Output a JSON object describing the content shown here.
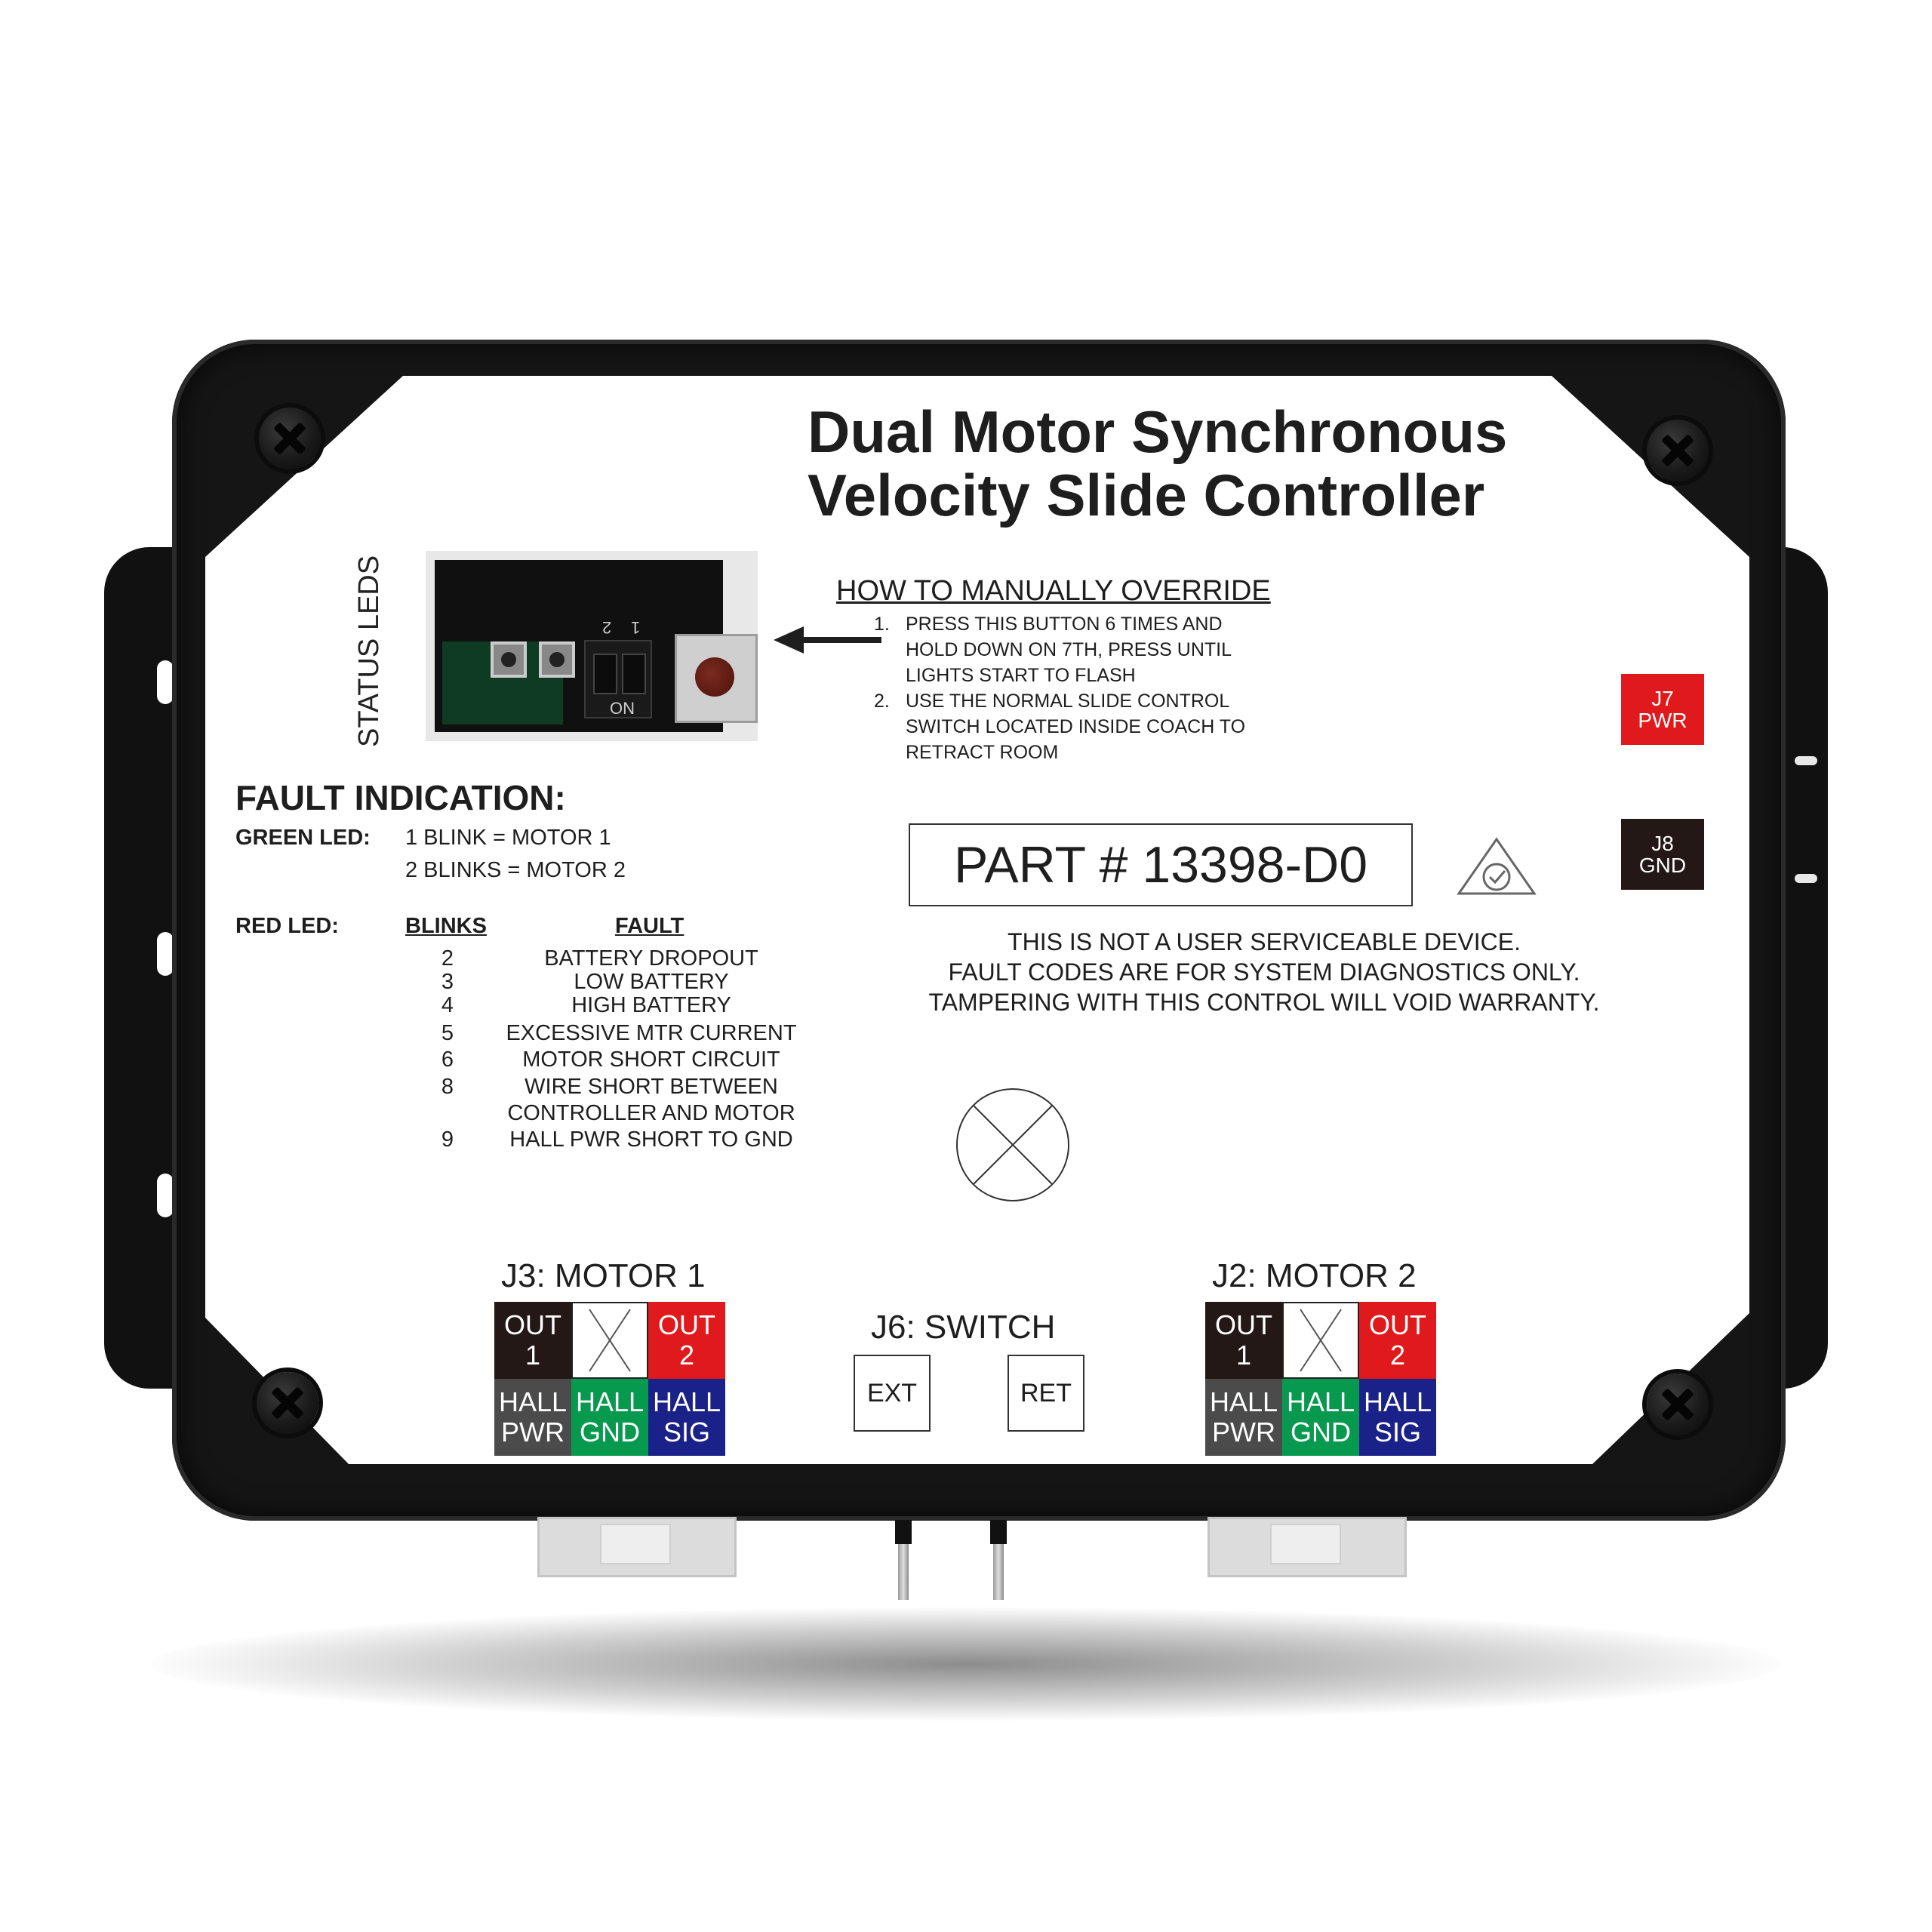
{
  "title": {
    "line1": "Dual Motor Synchronous",
    "line2": "Velocity Slide Controller"
  },
  "status_leds_label": "STATUS LEDS",
  "pcb_markings": {
    "dip_1": "1",
    "dip_2": "2",
    "on": "ON"
  },
  "override": {
    "heading": "HOW TO MANUALLY OVERRIDE",
    "steps": [
      {
        "num": "1.",
        "lines": [
          "PRESS THIS BUTTON 6 TIMES AND",
          "HOLD DOWN ON 7TH, PRESS UNTIL",
          "LIGHTS START TO FLASH"
        ]
      },
      {
        "num": "2.",
        "lines": [
          "USE THE NORMAL SLIDE CONTROL",
          "SWITCH LOCATED INSIDE COACH TO",
          "RETRACT ROOM"
        ]
      }
    ]
  },
  "fault": {
    "heading": "FAULT INDICATION:",
    "green_label": "GREEN LED:",
    "green_items": [
      "1 BLINK = MOTOR 1",
      "2 BLINKS = MOTOR 2"
    ],
    "red_label": "RED LED:",
    "col_blinks": "BLINKS",
    "col_fault": "FAULT",
    "rows": [
      {
        "blinks": "2",
        "fault": "BATTERY DROPOUT"
      },
      {
        "blinks": "3",
        "fault": "LOW BATTERY"
      },
      {
        "blinks": "4",
        "fault": "HIGH BATTERY"
      },
      {
        "blinks": "5",
        "fault": "EXCESSIVE MTR CURRENT"
      },
      {
        "blinks": "6",
        "fault": "MOTOR SHORT CIRCUIT"
      },
      {
        "blinks": "8",
        "fault": "WIRE SHORT BETWEEN",
        "fault2": "CONTROLLER AND MOTOR"
      },
      {
        "blinks": "9",
        "fault": "HALL PWR SHORT TO GND"
      }
    ]
  },
  "part_number": "PART # 13398-D0",
  "notice": [
    "THIS IS NOT A USER SERVICEABLE DEVICE.",
    "FAULT CODES ARE FOR SYSTEM DIAGNOSTICS ONLY.",
    "TAMPERING WITH THIS CONTROL WILL VOID WARRANTY."
  ],
  "terminals": {
    "j7": {
      "line1": "J7",
      "line2": "PWR",
      "color": "#e0191c"
    },
    "j8": {
      "line1": "J8",
      "line2": "GND",
      "color": "#231815"
    }
  },
  "motor1": {
    "title": "J3: MOTOR 1",
    "out1": [
      "OUT",
      "1"
    ],
    "out2": [
      "OUT",
      "2"
    ],
    "hall_pwr": [
      "HALL",
      "PWR"
    ],
    "hall_gnd": [
      "HALL",
      "GND"
    ],
    "hall_sig": [
      "HALL",
      "SIG"
    ]
  },
  "motor2": {
    "title": "J2: MOTOR 2",
    "out1": [
      "OUT",
      "1"
    ],
    "out2": [
      "OUT",
      "2"
    ],
    "hall_pwr": [
      "HALL",
      "PWR"
    ],
    "hall_gnd": [
      "HALL",
      "GND"
    ],
    "hall_sig": [
      "HALL",
      "SIG"
    ]
  },
  "switch": {
    "title": "J6: SWITCH",
    "ext": "EXT",
    "ret": "RET"
  },
  "colors": {
    "out1": "#231815",
    "out2": "#e0191c",
    "hall_pwr": "#4b4b4b",
    "hall_gnd": "#079a4f",
    "hall_sig": "#1a2189"
  }
}
